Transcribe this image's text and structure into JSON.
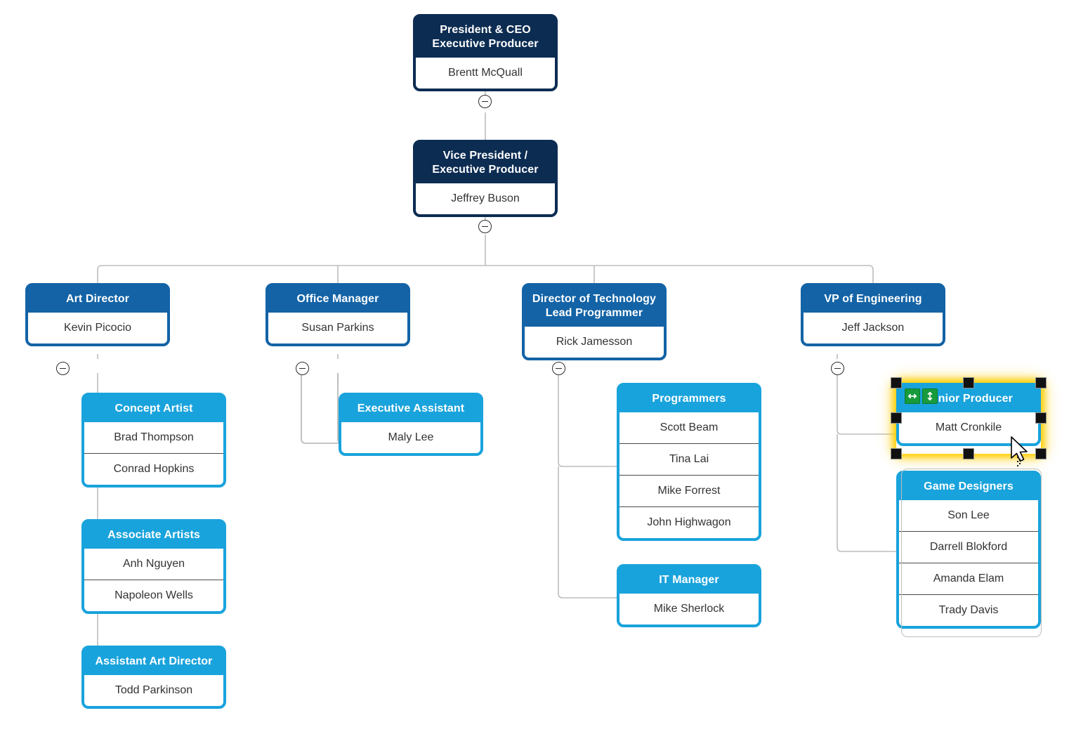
{
  "chart_type": "org-chart",
  "colors": {
    "level1": "#0c2c52",
    "level2": "#1363a6",
    "level3": "#19a3dc",
    "connector": "#bdbdbd",
    "selection_glow": "#ffcd00",
    "handle": "#111111",
    "resize_badge": "#189b3c",
    "row_text": "#333333",
    "title_text": "#ffffff",
    "canvas": "#ffffff"
  },
  "nodes": {
    "ceo": {
      "title_line1": "President & CEO",
      "title_line2": "Executive Producer",
      "rows": [
        "Brentt  McQuall"
      ]
    },
    "vp": {
      "title_line1": "Vice President /",
      "title_line2": "Executive Producer",
      "rows": [
        "Jeffrey Buson"
      ]
    },
    "art_director": {
      "title_line1": "Art Director",
      "title_line2": "",
      "rows": [
        "Kevin Picocio"
      ]
    },
    "office_manager": {
      "title_line1": "Office Manager",
      "title_line2": "",
      "rows": [
        "Susan Parkins"
      ]
    },
    "dir_technology": {
      "title_line1": "Director of Technology",
      "title_line2": "Lead Programmer",
      "rows": [
        "Rick Jamesson"
      ]
    },
    "vp_engineering": {
      "title_line1": "VP of Engineering",
      "title_line2": "",
      "rows": [
        "Jeff Jackson"
      ]
    },
    "concept_artist": {
      "title_line1": "Concept Artist",
      "title_line2": "",
      "rows": [
        "Brad Thompson",
        "Conrad Hopkins"
      ]
    },
    "associate_artists": {
      "title_line1": "Associate Artists",
      "title_line2": "",
      "rows": [
        "Anh Nguyen",
        "Napoleon Wells"
      ]
    },
    "assistant_art_dir": {
      "title_line1": "Assistant Art Director",
      "title_line2": "",
      "rows": [
        "Todd Parkinson"
      ]
    },
    "executive_assistant": {
      "title_line1": "Executive Assistant",
      "title_line2": "",
      "rows": [
        "Maly Lee"
      ]
    },
    "programmers": {
      "title_line1": "Programmers",
      "title_line2": "",
      "rows": [
        "Scott Beam",
        "Tina Lai",
        "Mike Forrest",
        "John Highwagon"
      ]
    },
    "it_manager": {
      "title_line1": "IT Manager",
      "title_line2": "",
      "rows": [
        "Mike Sherlock"
      ]
    },
    "senior_producer": {
      "title_line1": "Senior Producer",
      "title_line2": "",
      "rows": [
        "Matt Cronkile"
      ]
    },
    "game_designers": {
      "title_line1": "Game Designers",
      "title_line2": "",
      "rows": [
        "Son Lee",
        "Darrell Blokford",
        "Amanda Elam",
        "Trady Davis"
      ]
    }
  },
  "toggles": {
    "collapse_glyph": "minus",
    "items": [
      "ceo-toggle",
      "vp-toggle",
      "art-director-toggle",
      "office-manager-toggle",
      "dir-technology-toggle",
      "vp-engineering-toggle"
    ]
  },
  "selection": {
    "selected_node": "senior_producer",
    "handle_count": 8,
    "badges": [
      {
        "name": "resize-horizontal-icon",
        "glyph": "↔"
      },
      {
        "name": "resize-vertical-icon",
        "glyph": "↕"
      }
    ]
  },
  "cursor": {
    "type": "arrow-pointer-drag"
  }
}
